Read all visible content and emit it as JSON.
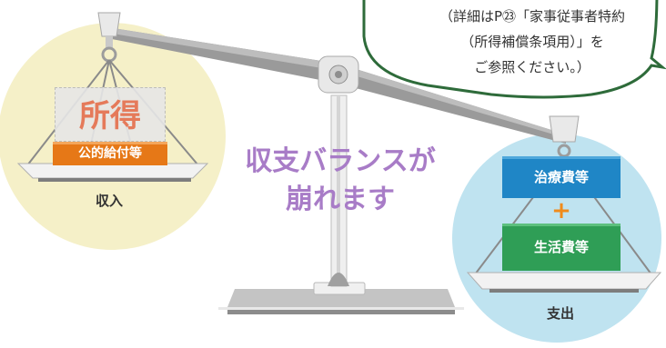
{
  "colors": {
    "income_circle": "#f5f0c8",
    "expense_circle": "#bfe3f0",
    "bubble_border": "#2e6b3a",
    "accent_orange": "#e67817",
    "balance_text": "#a87cc7",
    "treatment_box": "#1f86c6",
    "living_box": "#2f9e56",
    "plus": "#f08b1c",
    "ghost_box": "#e7e7e7",
    "ghost_text": "#e57a5a"
  },
  "note": {
    "line1": "（詳細はP㉓「家事従事者特約",
    "line2": "（所得補償条項用）」を",
    "line3": "ご参照ください。）"
  },
  "income": {
    "box_label": "所得",
    "benefit_label": "公的給付等",
    "caption": "収入"
  },
  "expense": {
    "treatment_label": "治療費等",
    "plus_symbol": "+",
    "living_label": "生活費等",
    "caption": "支出"
  },
  "message": {
    "line1": "収支バランスが",
    "line2": "崩れます"
  },
  "icons": {
    "scale": "balance-scale-icon"
  }
}
